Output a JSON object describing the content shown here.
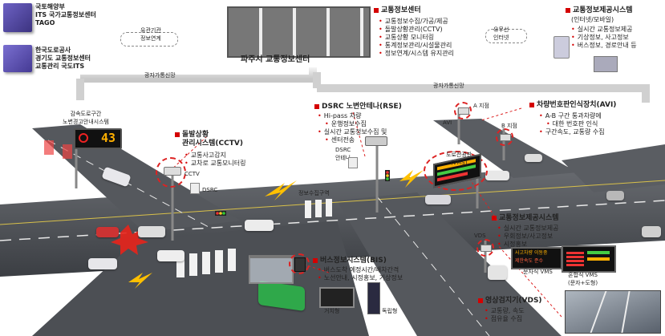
{
  "top_left": {
    "moct_line1": "국토해양부",
    "moct_line2": "ITS 국가교통정보센터",
    "moct_line3": "TAGO",
    "kec_line1": "한국도로공사",
    "kec_line2": "경기도 교통정보센터",
    "kec_line3": "교통관리 국도ITS"
  },
  "links": {
    "agency_link": "유관기관\n정보연계",
    "wired_wireless": "유무선\n인터넷",
    "fiber_left": "광자가통신망",
    "fiber_right": "광자가통신망"
  },
  "center": {
    "title": "파주시 교통정보센터",
    "heading": "교통정보센터",
    "items": [
      "교통정보수집/가공/제공",
      "돌발상황관리(CCTV)",
      "교통상황 모니터링",
      "통계정보관리/시설물관리",
      "정보연계/시스템 유지관리"
    ]
  },
  "provision": {
    "heading": "교통정보제공시스템",
    "subheading": "(인터넷/모바일)",
    "items": [
      "실시간 교통정보제공",
      "기상정보, 사고정보",
      "버스정보, 경로안내 등"
    ]
  },
  "cctv": {
    "heading": "돌발상황 관리시스템(CCTV)",
    "heading_l1": "돌발상황",
    "heading_l2": "관리시스템(CCTV)",
    "items": [
      "교통사고감지",
      "교차로 교통모니터링"
    ],
    "cam_label": "CCTV",
    "dsrc_label": "DSRC"
  },
  "rse": {
    "heading": "DSRC 노변안테나(RSE)",
    "items": [
      "Hi-pass 차량 운행정보수집",
      "실시간 교통정보수집 및 센터전송"
    ],
    "items_lines": [
      [
        "Hi-pass 차량",
        "운행정보수집"
      ],
      [
        "실시간 교통정보수집 및",
        "센터전송"
      ]
    ],
    "dsrc_antenna": "DSRC\n안테나"
  },
  "avi": {
    "heading": "차량번호판인식장치(AVI)",
    "items": [
      "A-B 구간 통과차량에 대한 번호판 인식",
      "구간속도, 교통량 수집"
    ],
    "items_lines": [
      [
        "A-B 구간 통과차량에",
        "대한 번호판 인식"
      ],
      [
        "구간속도, 교통량 수집"
      ]
    ],
    "point_a": "A 지점",
    "point_b": "B 지점",
    "avi_tag": "AVI"
  },
  "vms": {
    "label": "도로전광판\n(VMS)",
    "heading": "교통정보제공시스템",
    "items": [
      "실시간 교통정보제공",
      "우회정보/사고정보",
      "시정홍보"
    ],
    "sign_line1": "사고차량 이동중",
    "sign_line2": "제한속도 준수",
    "vds_tag": "VDS",
    "arm_vms": "문자식 VMS",
    "mixed_vms": "혼합식 VMS\n(문자+도형)"
  },
  "speed_sign": {
    "caption": "감속도로구간\n노변경고안내시스템",
    "value": "43"
  },
  "bis": {
    "heading": "버스정보시스템(BIS)",
    "items": [
      "버스도착 예정시간/배차간격",
      "노선안내, 시정홍보, 기상정보"
    ],
    "wall_label": "거치형",
    "stand_label": "독립형"
  },
  "vds": {
    "heading": "영상검지기(VDS)",
    "items": [
      "교통량, 속도",
      "점유율 수집"
    ]
  },
  "road": {
    "label": "정보수집구역"
  },
  "colors": {
    "accent_red": "#d40000",
    "road": "#4a4d52",
    "bus": "#2fa84a",
    "building": "#5b4fa8"
  }
}
